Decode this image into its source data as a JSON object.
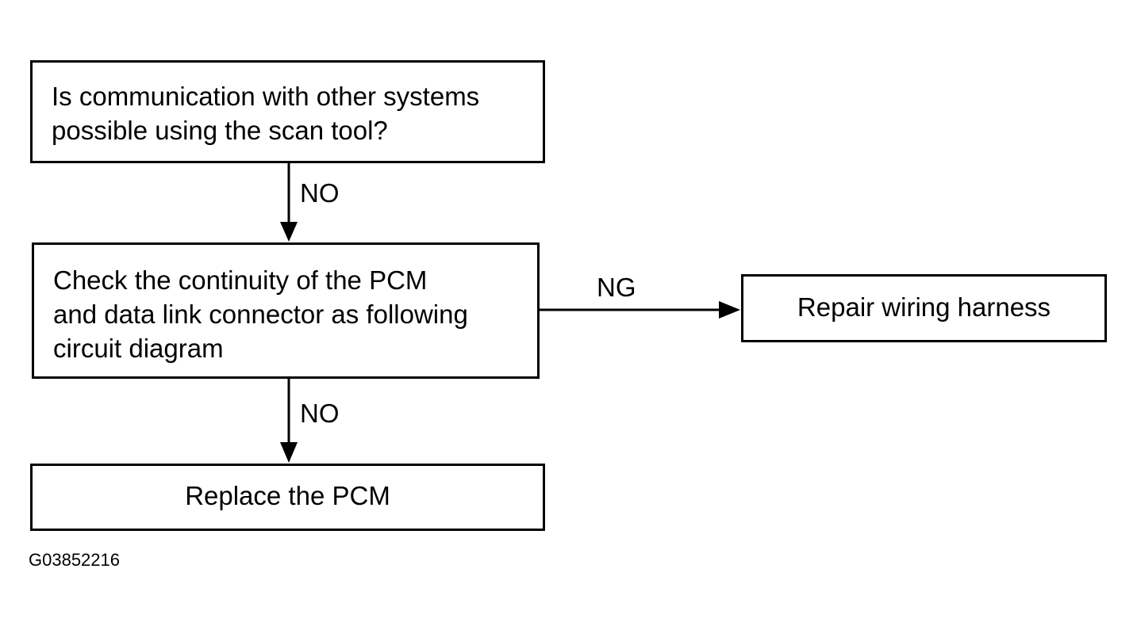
{
  "nodes": {
    "question": {
      "lines": [
        "Is communication with other systems",
        "possible using the scan tool?"
      ]
    },
    "check": {
      "lines": [
        "Check the continuity of the PCM",
        "and data link connector as following",
        "circuit diagram"
      ]
    },
    "repair": {
      "text": "Repair wiring harness"
    },
    "replace": {
      "text": "Replace the PCM"
    }
  },
  "edges": {
    "question_to_check": {
      "label": "NO"
    },
    "check_to_repair": {
      "label": "NG"
    },
    "check_to_replace": {
      "label": "NO"
    }
  },
  "figure_id": "G03852216"
}
